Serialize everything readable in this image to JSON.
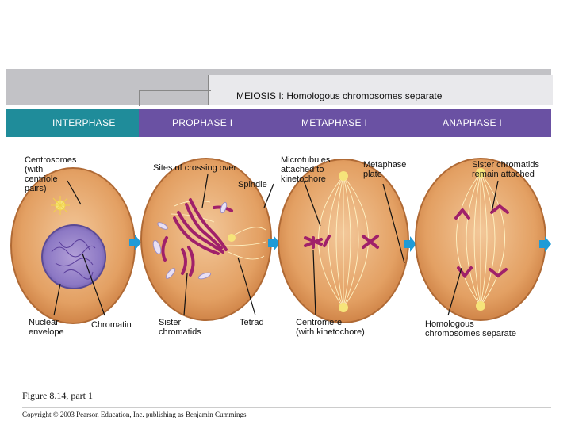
{
  "banner": {
    "title": "MEIOSIS I: Homologous chromosomes separate"
  },
  "phases": [
    {
      "label": "INTERPHASE"
    },
    {
      "label": "PROPHASE I"
    },
    {
      "label": "METAPHASE I"
    },
    {
      "label": "ANAPHASE I"
    }
  ],
  "labels": {
    "centrosomes": "Centrosomes\n(with\ncentriole\npairs)",
    "nuclear_envelope": "Nuclear\nenvelope",
    "chromatin": "Chromatin",
    "sites_of_crossing_over": "Sites of crossing over",
    "spindle": "Spindle",
    "sister_chromatids": "Sister\nchromatids",
    "tetrad": "Tetrad",
    "microtubules": "Microtubules\nattached to\nkinetochore",
    "metaphase_plate": "Metaphase\nplate",
    "centromere": "Centromere\n(with kinetochore)",
    "sister_chromatids_remain": "Sister chromatids\nremain attached",
    "homologous_separate": "Homologous\nchromosomes separate"
  },
  "footer": {
    "figure": "Figure 8.14, part 1",
    "copyright": "Copyright © 2003 Pearson Education, Inc. publishing as Benjamin Cummings"
  },
  "colors": {
    "banner_gray": "#b9b9bd",
    "interphase_teal": "#1f8c9a",
    "phase_purple": "#6a51a3",
    "cell_fill": "#e6a469",
    "chromosome_magenta": "#a0206a",
    "arrow_blue": "#1e9bd7"
  }
}
